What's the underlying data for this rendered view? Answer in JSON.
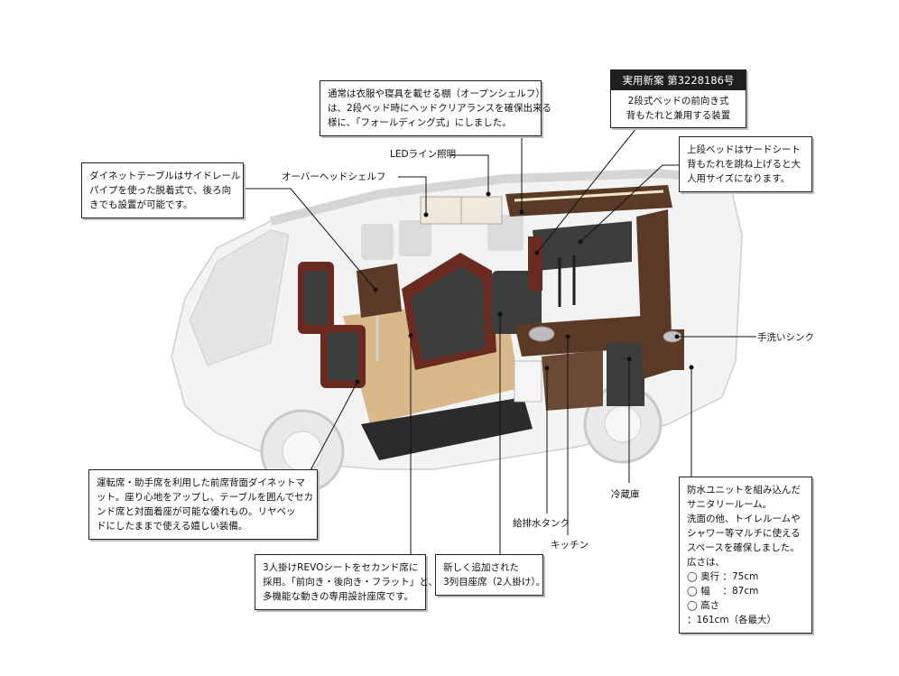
{
  "callouts": {
    "shelf": {
      "lines": [
        "通常は衣服や寝具を載せる棚（オープンシェルフ）",
        "は、2段ベッド時にヘッドクリアランスを確保出来る",
        "様に、「フォールディング式」にしました。"
      ]
    },
    "patent": {
      "header": "実用新案 第3228186号",
      "lines": [
        "2段式ベッドの前向き式",
        "背もたれと兼用する装置"
      ]
    },
    "dinette_table": {
      "lines": [
        "ダイネットテーブルはサイドレール",
        "パイプを使った脱着式で、後ろ向",
        "きでも設置が可能です。"
      ]
    },
    "upper_bed": {
      "lines": [
        "上段ベッドはサードシート",
        "背もたれを跳ね上げると大",
        "人用サイズになります。"
      ]
    },
    "front_seats": {
      "lines": [
        "運転席・助手席を利用した前席背面ダイネットマ",
        "ット。座り心地をアップし、テーブルを囲んでセカ",
        "ンド席と対面着座が可能な優れもの。リヤベッ",
        "ドにしたままで使える嬉しい装備。"
      ]
    },
    "revo_seat": {
      "lines": [
        "3人掛けREVOシートをセカンド席に",
        "採用。「前向き・後向き・フラット」と、",
        "多機能な動きの専用設計座席です。"
      ]
    },
    "third_row": {
      "lines": [
        "新しく追加された",
        "3列目座席（2人掛け）。"
      ]
    },
    "sanitary": {
      "lines": [
        "防水ユニットを組み込んだ",
        "サニタリールーム。",
        "洗面の他、トイレルームや",
        "シャワー等マルチに使える",
        "スペースを確保しました。",
        "広さは、"
      ],
      "specs": [
        {
          "mark": "◯",
          "name": "奥行",
          "value": "：75cm"
        },
        {
          "mark": "◯",
          "name": "幅　",
          "value": "：87cm"
        },
        {
          "mark": "◯",
          "name": "高さ",
          "value": "：161cm（各最大）"
        }
      ]
    }
  },
  "labels": {
    "led": "LEDライン照明",
    "overhead": "オーバーヘッドシェルフ",
    "sink": "手洗いシンク",
    "fridge": "冷蔵庫",
    "water_tank": "給排水タンク",
    "kitchen": "キッチン"
  },
  "colors": {
    "wood": "#5a3a26",
    "seat_leather": "#6b2a1f",
    "seat_fabric": "#3b3d3d",
    "floor": "#d9b88c",
    "body": "#f2f2f2"
  }
}
